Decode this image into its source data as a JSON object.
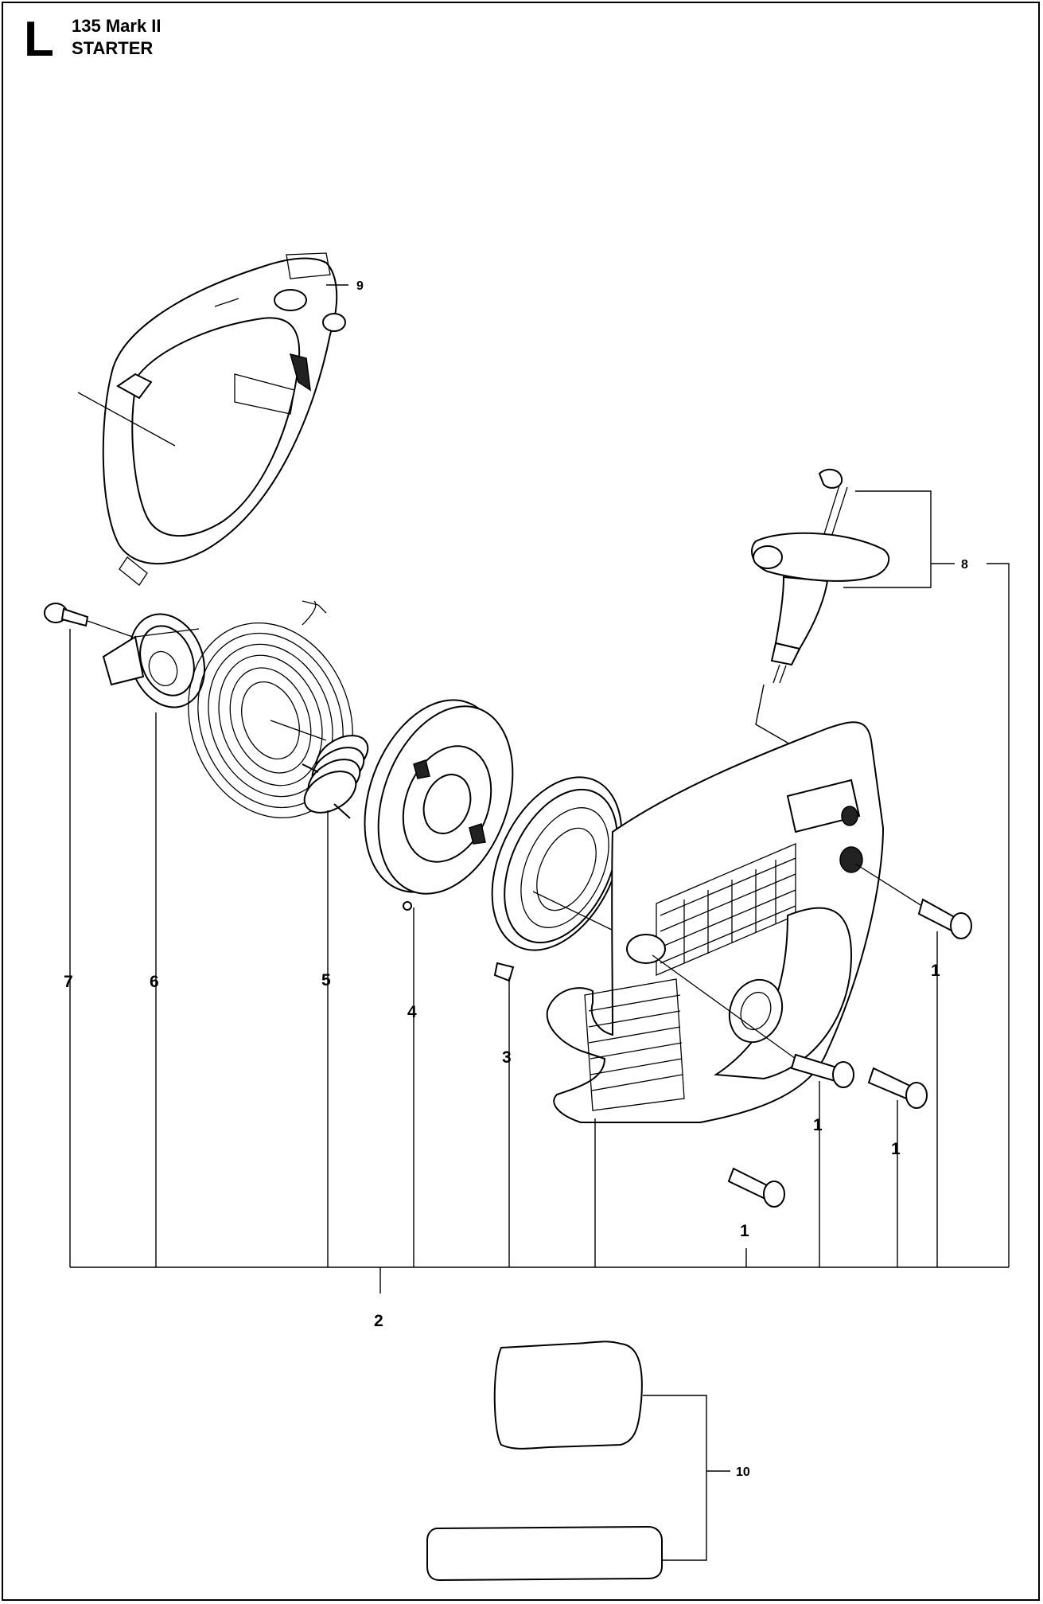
{
  "section_letter": "L",
  "model": "135 Mark II",
  "section_title": "STARTER",
  "callouts": {
    "c1a": "1",
    "c1b": "1",
    "c1c": "1",
    "c1d": "1",
    "c2": "2",
    "c3": "3",
    "c4": "4",
    "c5": "5",
    "c6": "6",
    "c7": "7",
    "c8": "8",
    "c9": "9",
    "c10": "10"
  },
  "icons": [
    "fan-housing",
    "starter-handle",
    "screw",
    "pulley-hub",
    "spring-coil",
    "rope-pulley",
    "starter-spring-cassette",
    "starter-housing",
    "decal"
  ]
}
